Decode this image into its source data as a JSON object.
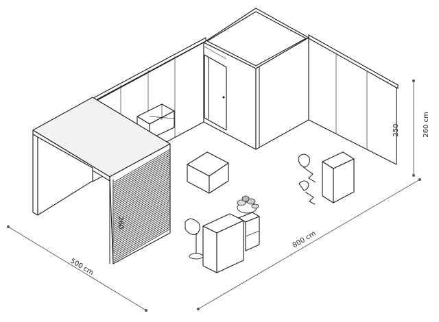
{
  "dimensions": {
    "width_label": "500 cm",
    "length_label": "800 cm",
    "total_height_label": "260 cm",
    "wall_height_label": "250",
    "counter_height_label": "260"
  }
}
